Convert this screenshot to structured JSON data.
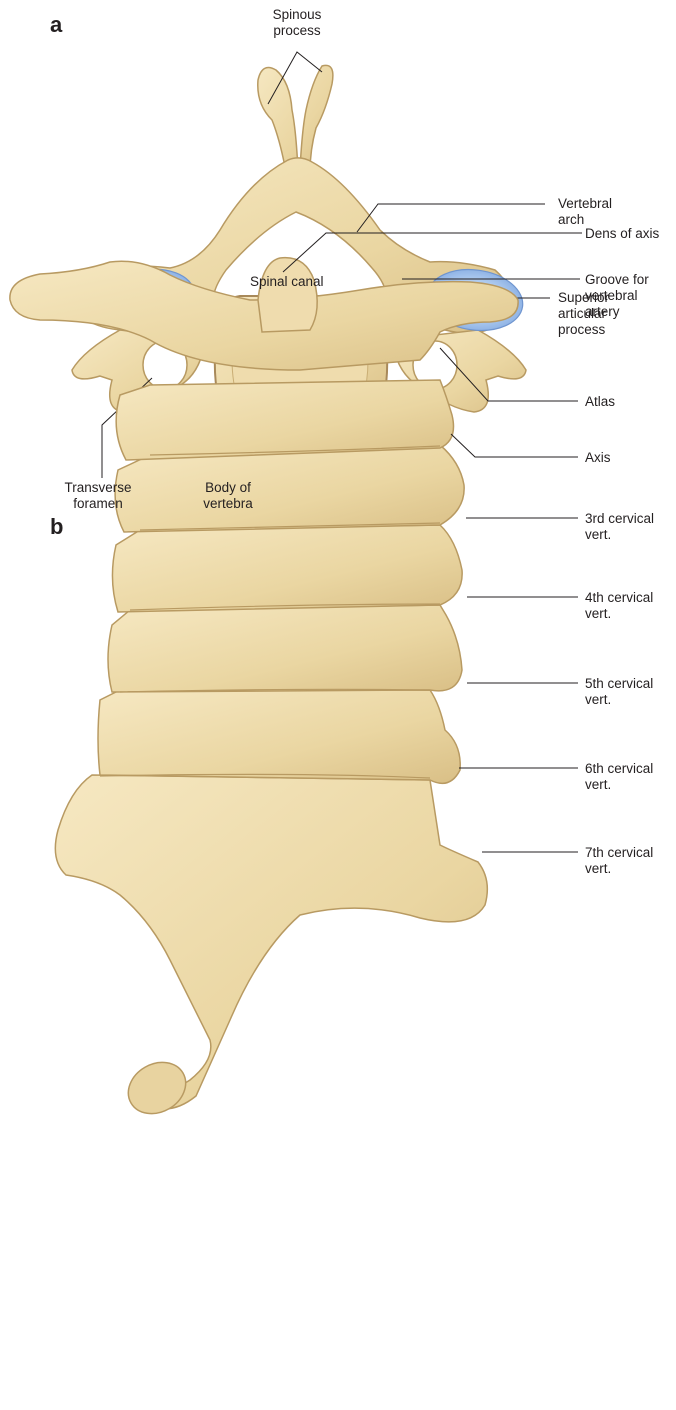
{
  "colors": {
    "bone": "#eedcab",
    "bone_shadow": "#c9ad74",
    "bone_dark": "#a8895a",
    "cartilage": "#8fb4e6",
    "leader_line": "#231f20"
  },
  "panel_a": {
    "letter": "a",
    "labels": {
      "spinous_process": "Spinous\nprocess",
      "vertebral_arch": "Vertebral\narch",
      "spinal_canal": "Spinal canal",
      "superior_articular_process": "Superior\narticular\nprocess",
      "transverse_foramen": "Transverse\nforamen",
      "body_of_vertebra": "Body of\nvertebra"
    }
  },
  "panel_b": {
    "letter": "b",
    "labels": {
      "dens_of_axis": "Dens of axis",
      "groove_vertebral_artery": "Groove for\nvertebral\nartery",
      "atlas": "Atlas",
      "axis": "Axis",
      "c3": "3rd cervical\nvert.",
      "c4": "4th cervical\nvert.",
      "c5": "5th cervical\nvert.",
      "c6": "6th cervical\nvert.",
      "c7": "7th cervical\nvert."
    }
  }
}
